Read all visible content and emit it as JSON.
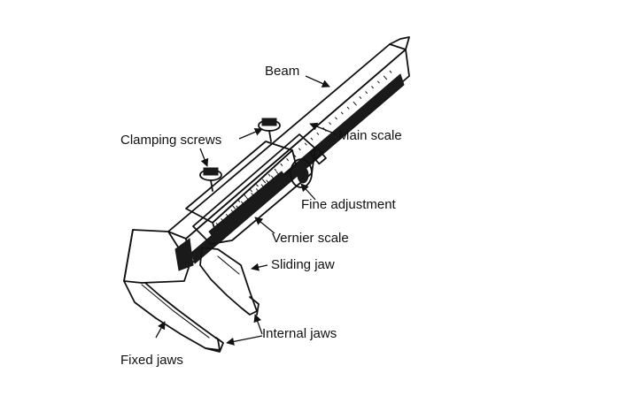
{
  "labels": {
    "beam": "Beam",
    "clamping_screws": "Clamping screws",
    "main_scale": "Main scale",
    "fine_adjustment": "Fine adjustment",
    "vernier_scale": "Vernier scale",
    "sliding_jaw": "Sliding jaw",
    "internal_jaws": "Internal jaws",
    "fixed_jaws": "Fixed jaws"
  },
  "colors": {
    "ink": "#111111",
    "background": "#ffffff"
  }
}
